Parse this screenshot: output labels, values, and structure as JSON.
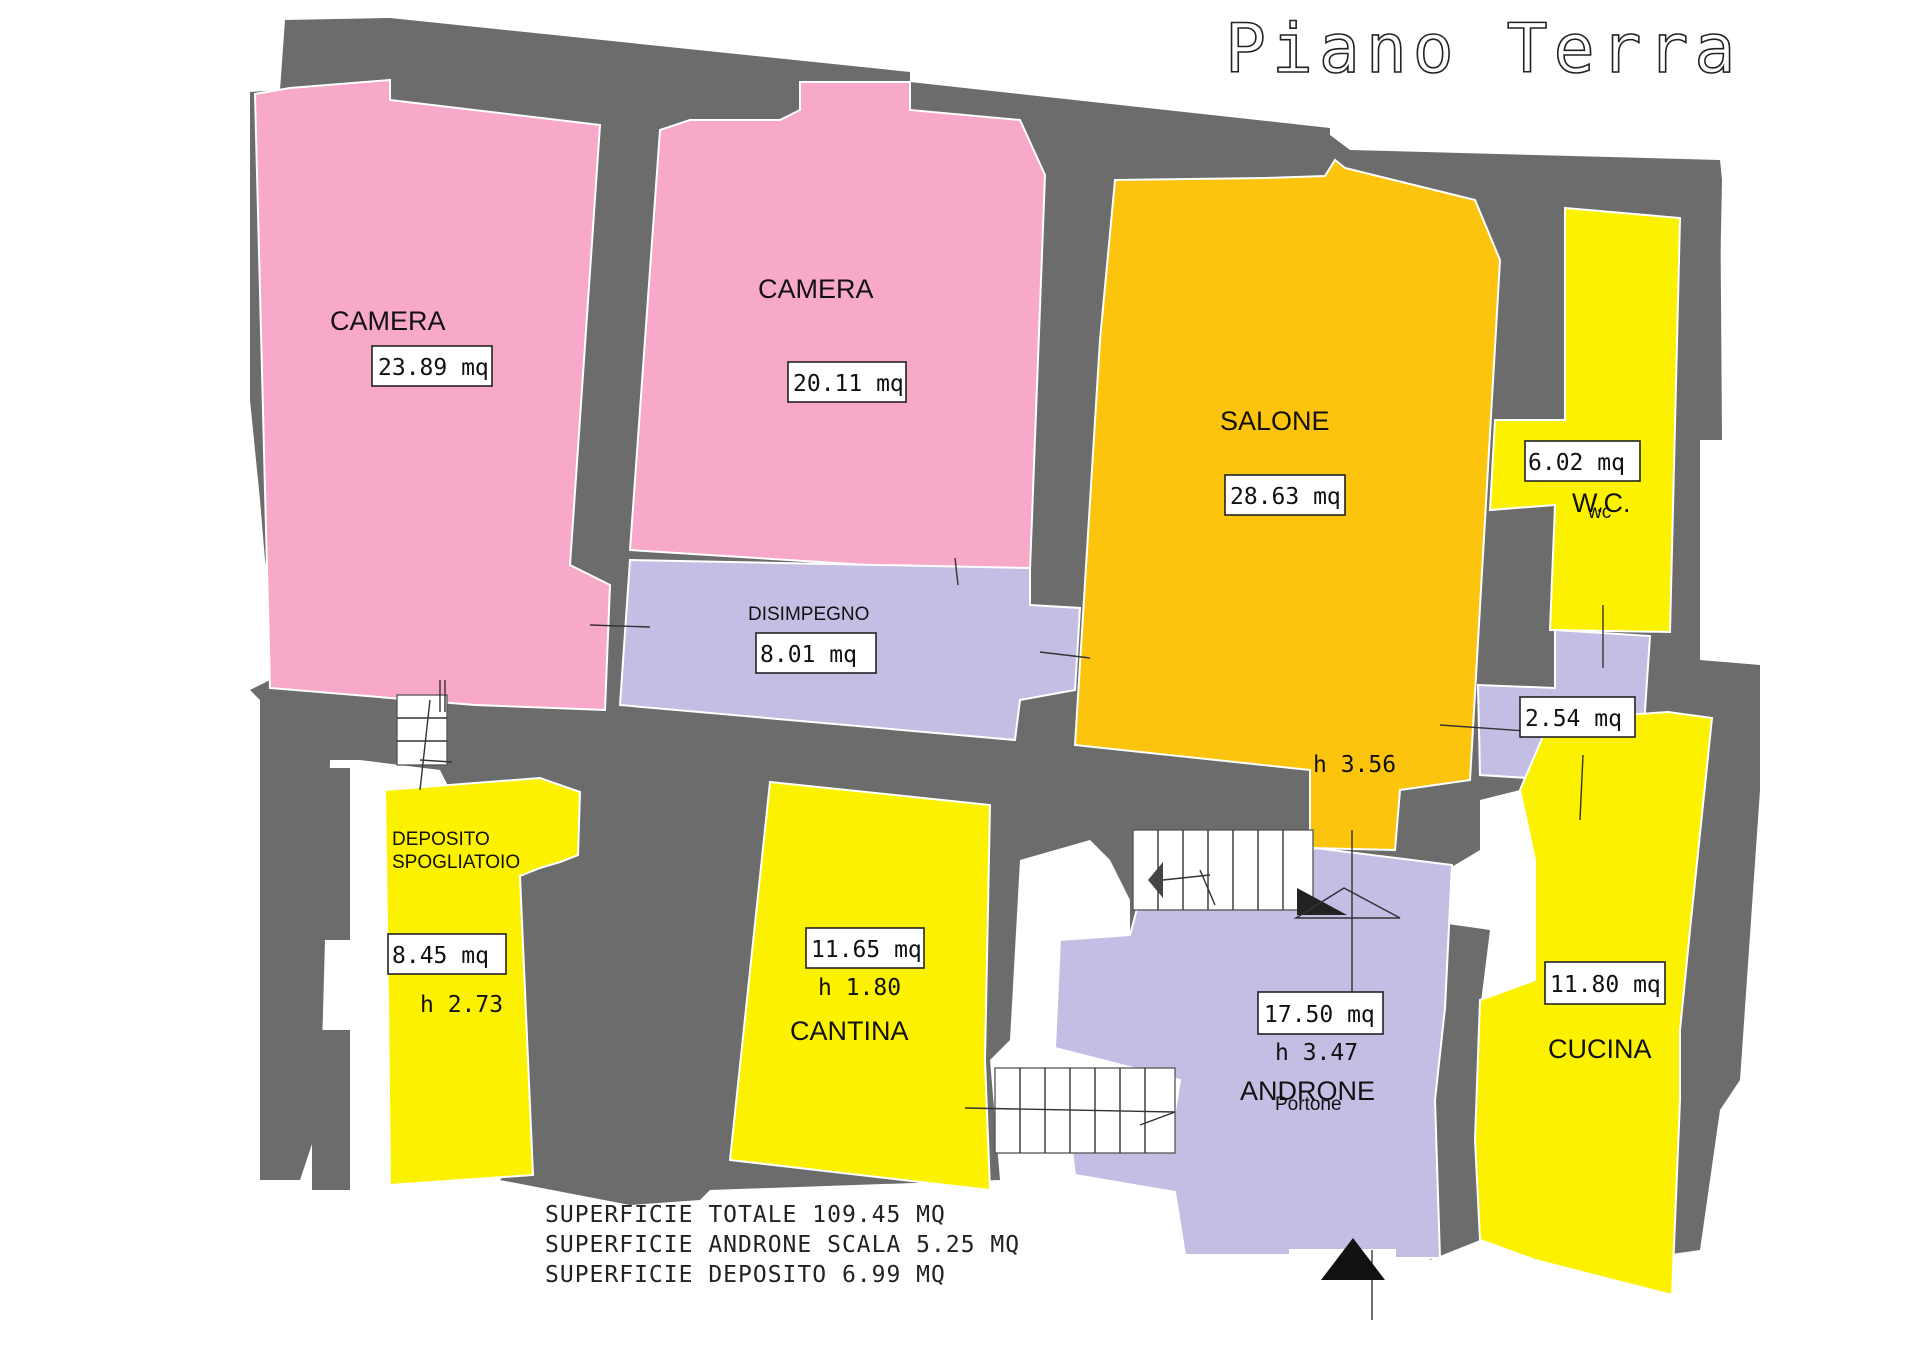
{
  "title": "Piano Terra",
  "colors": {
    "camera": "#f8a8c8",
    "disimpegno": "#c4bee4",
    "salone": "#fcc40c",
    "service": "#fcf200",
    "androne": "#c4bee4",
    "wall": "#6c6c6c"
  },
  "rooms": {
    "camera1": {
      "name": "CAMERA",
      "area": "23.89 mq"
    },
    "camera2": {
      "name": "CAMERA",
      "area": "20.11 mq"
    },
    "salone": {
      "name": "SALONE",
      "area": "28.63 mq",
      "height": "h 3.56"
    },
    "wc": {
      "name": "W.C.",
      "area": "6.02 mq",
      "note": "wc"
    },
    "disimpegno": {
      "name": "DISIMPEGNO",
      "area": "8.01 mq"
    },
    "ripostiglio": {
      "area": "2.54 mq"
    },
    "deposito": {
      "name_line1": "DEPOSITO",
      "name_line2": "SPOGLIATOIO",
      "area": "8.45 mq",
      "height": "h 2.73"
    },
    "cantina": {
      "name": "CANTINA",
      "area": "11.65 mq",
      "height": "h 1.80"
    },
    "androne": {
      "name": "ANDRONE",
      "area": "17.50 mq",
      "height": "h 3.47",
      "note": "Portone"
    },
    "cucina": {
      "name": "CUCINA",
      "area": "11.80 mq"
    }
  },
  "summary": [
    "SUPERFICIE TOTALE 109.45 MQ",
    "SUPERFICIE ANDRONE SCALA 5.25 MQ",
    "SUPERFICIE DEPOSITO 6.99 MQ"
  ]
}
